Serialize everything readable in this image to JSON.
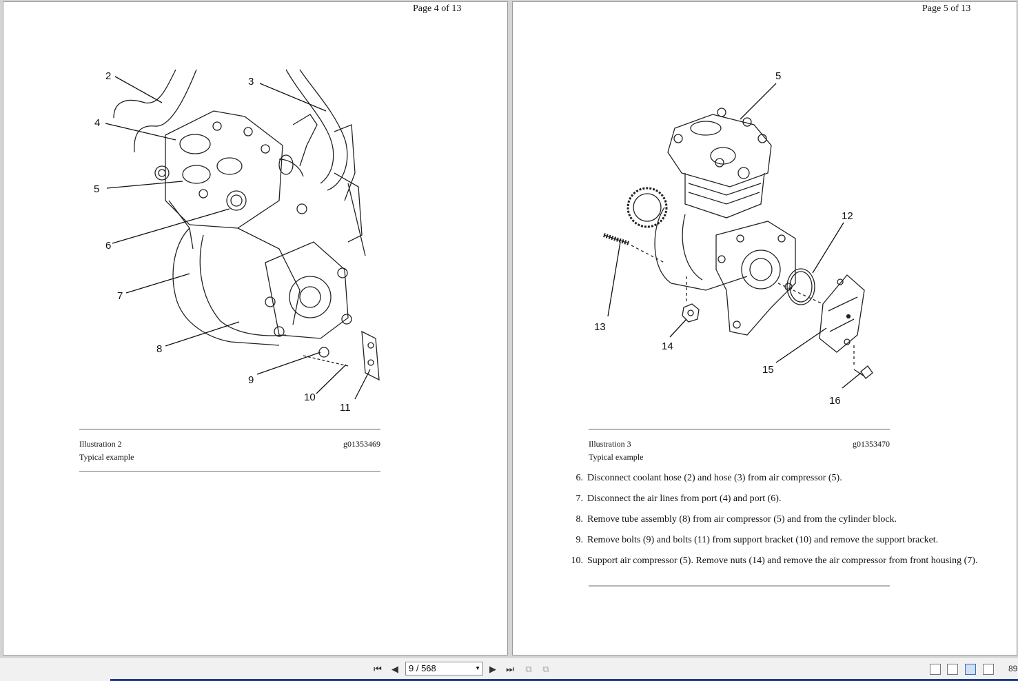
{
  "left_page": {
    "page_label": "Page 4 of 13",
    "callouts": [
      "2",
      "3",
      "4",
      "5",
      "6",
      "7",
      "8",
      "9",
      "10",
      "11"
    ],
    "caption_title": "Illustration 2",
    "caption_sub": "Typical example",
    "caption_id": "g01353469"
  },
  "right_page": {
    "page_label": "Page 5 of 13",
    "callouts": [
      "5",
      "12",
      "13",
      "14",
      "15",
      "16"
    ],
    "caption_title": "Illustration 3",
    "caption_sub": "Typical example",
    "caption_id": "g01353470",
    "steps": [
      {
        "num": "6.",
        "text": "Disconnect coolant hose (2) and hose (3) from air compressor (5)."
      },
      {
        "num": "7.",
        "text": "Disconnect the air lines from port (4) and port (6)."
      },
      {
        "num": "8.",
        "text": "Remove tube assembly (8) from air compressor (5) and from the cylinder block."
      },
      {
        "num": "9.",
        "text": "Remove bolts (9) and bolts (11) from support bracket (10) and remove the support bracket."
      },
      {
        "num": "10.",
        "text": "Support air compressor (5). Remove nuts (14) and remove the air compressor from front housing (7)."
      }
    ]
  },
  "toolbar": {
    "page_field": "9 / 568",
    "zoom": "89",
    "icons": [
      "first-page-icon",
      "previous-page-icon",
      "next-page-icon",
      "last-page-icon",
      "previous-view-icon",
      "next-view-icon",
      "single-page-view-icon",
      "continuous-view-icon",
      "facing-view-icon",
      "continuous-facing-view-icon"
    ]
  }
}
